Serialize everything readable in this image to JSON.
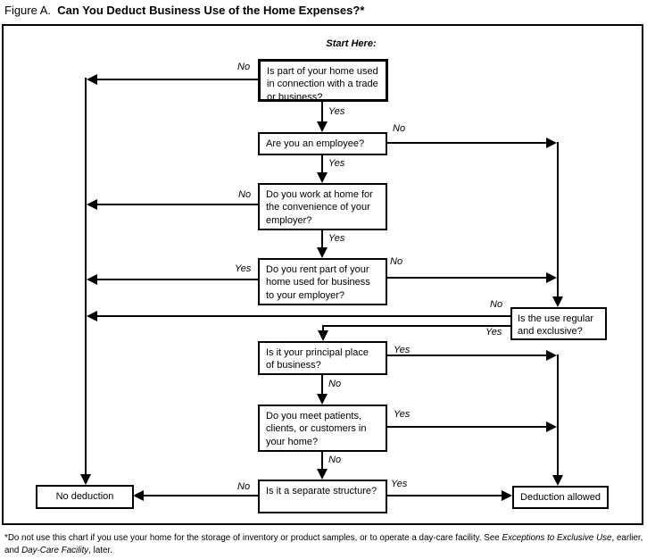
{
  "figure": {
    "label": "Figure A.",
    "title": "Can You Deduct Business Use of the Home Expenses?*"
  },
  "start_here": "Start Here:",
  "boxes": {
    "q1": "Is part of your home used in connection with a trade or business?",
    "q2": "Are you an employee?",
    "q3": "Do you work at home for the convenience of your employer?",
    "q4": "Do you rent part of your home used for business to your employer?",
    "q5": "Is the use regular and exclusive?",
    "q6": "Is it your principal place of business?",
    "q7": "Do you meet patients, clients, or customers in your home?",
    "q8": "Is it a separate structure?",
    "no_deduction": "No deduction",
    "deduction_allowed": "Deduction allowed"
  },
  "labels": {
    "q1_no": "No",
    "q1_yes": "Yes",
    "q2_no": "No",
    "q2_yes": "Yes",
    "q3_no": "No",
    "q3_yes": "Yes",
    "q4_yes": "Yes",
    "q4_no": "No",
    "q5_no": "No",
    "q5_yes": "Yes",
    "q6_yes": "Yes",
    "q6_no": "No",
    "q7_yes": "Yes",
    "q7_no": "No",
    "q8_no": "No",
    "q8_yes": "Yes"
  },
  "footnote": {
    "part1": "*Do not use this chart if you use your home for the storage of inventory or product samples, or to operate a day-care facility. See ",
    "italic1": "Exceptions to Exclusive Use",
    "part2": ", earlier, and ",
    "italic2": "Day-Care Facility",
    "part3": ", later."
  },
  "colors": {
    "ink": "#000000",
    "background": "#ffffff"
  }
}
